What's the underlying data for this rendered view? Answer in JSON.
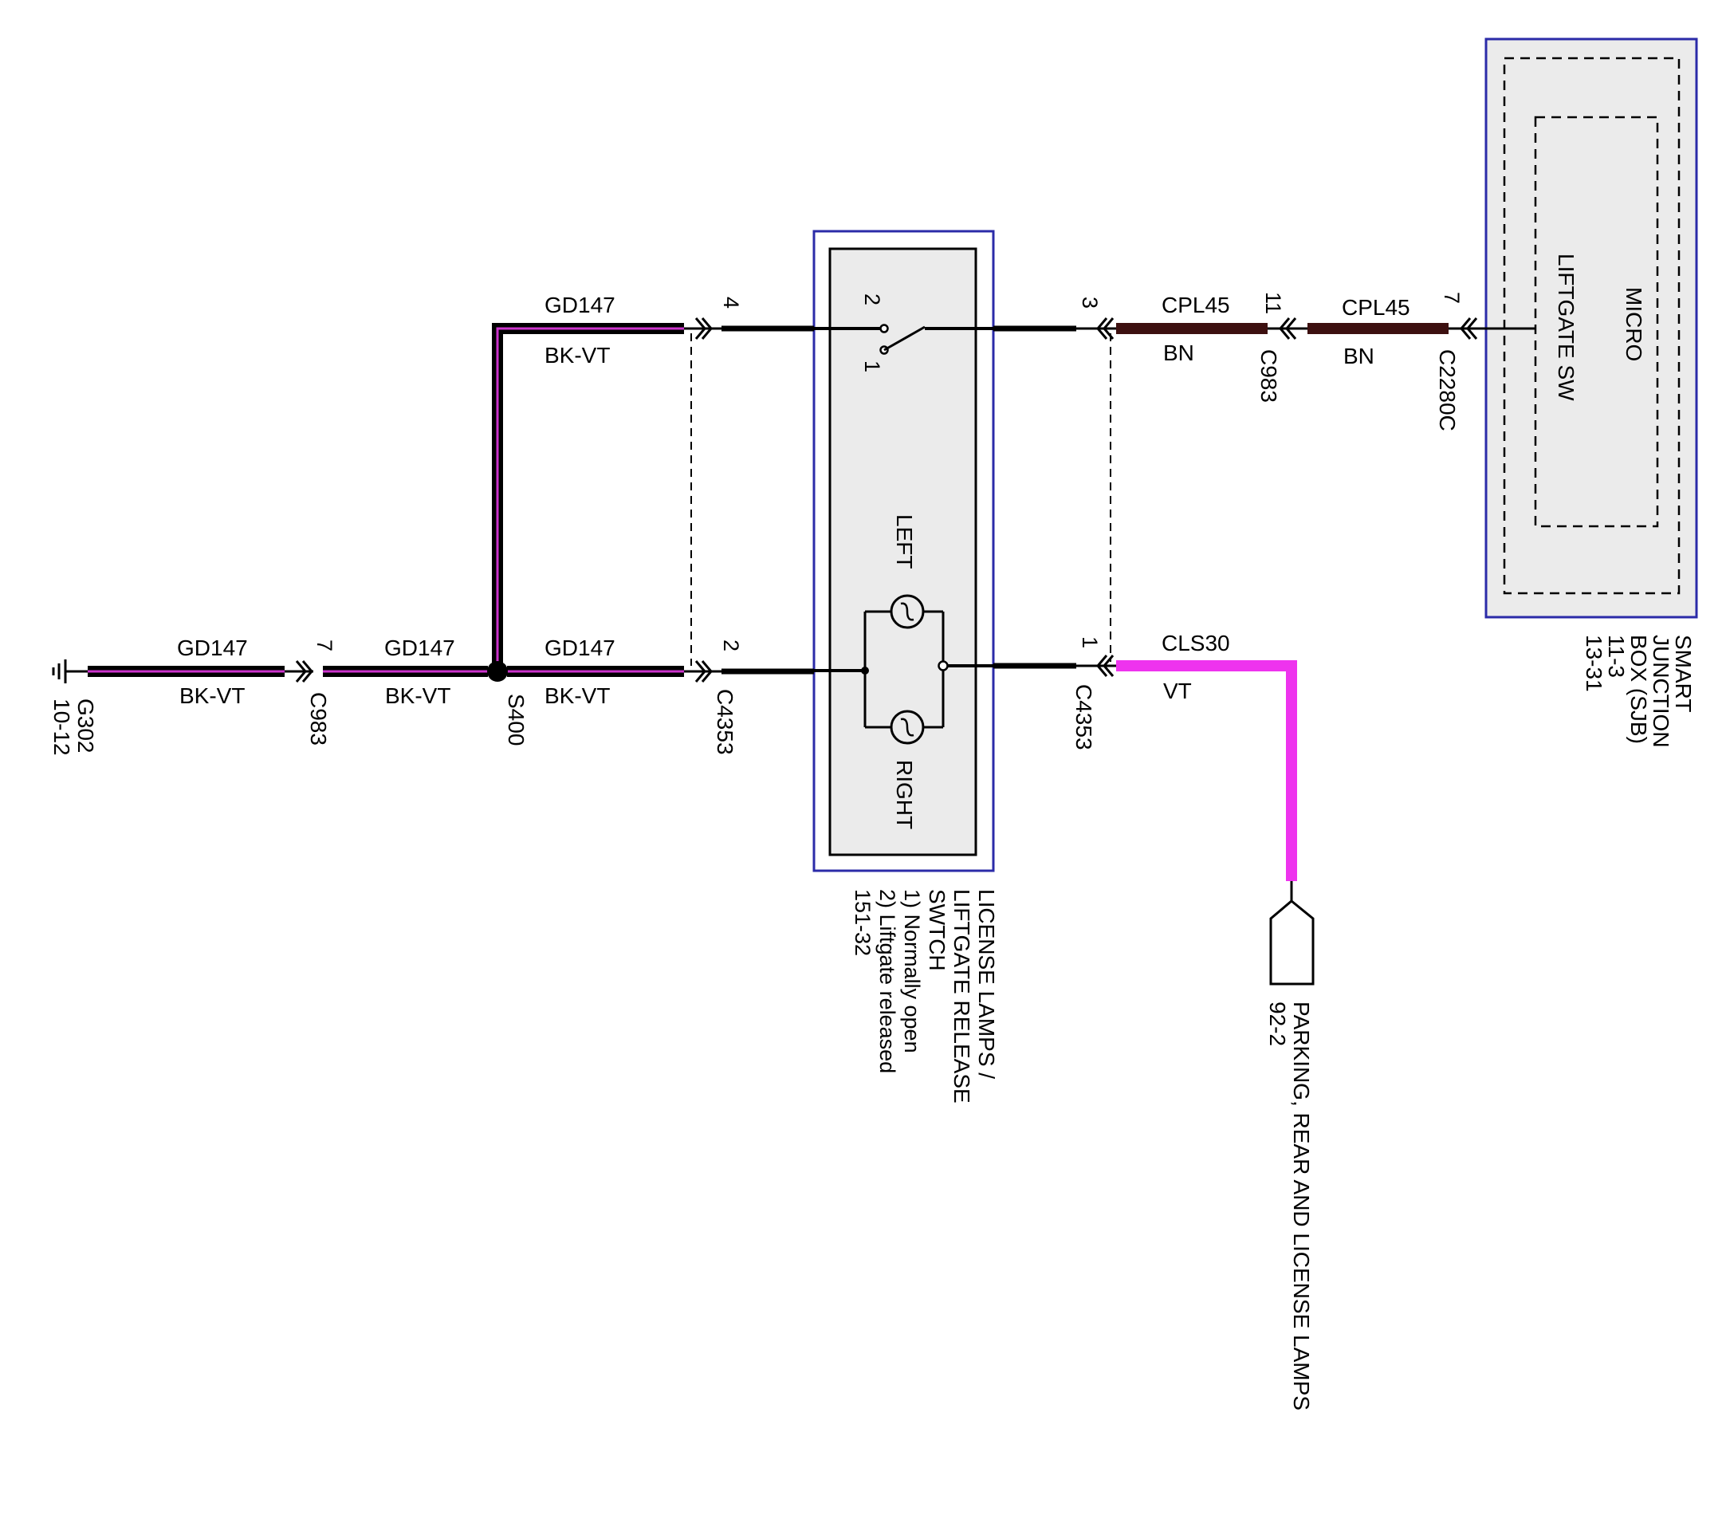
{
  "colors": {
    "wire_black": "#000000",
    "wire_violet": "#cc33cc",
    "wire_brown": "#3d1010",
    "wire_vt": "#ee33ee",
    "module_border": "#2b2ba8",
    "module_fill": "#ebebeb"
  },
  "icons": {
    "ground": "ground-icon",
    "splice": "splice-dot-icon",
    "connector": "connector-chevron-icon",
    "switch": "switch-icon",
    "lamp": "lamp-icon",
    "offpage": "offpage-arrow-icon"
  },
  "ground": {
    "name": "G302",
    "ref": "10-12"
  },
  "splice": {
    "name": "S400"
  },
  "wires": {
    "gd147": "GD147",
    "bkvt": "BK-VT",
    "cpl45": "CPL45",
    "bn": "BN",
    "cls30": "CLS30",
    "vt": "VT"
  },
  "connectors": {
    "c983_ground": {
      "name": "C983",
      "pin": "7"
    },
    "c4353_left_top": {
      "pin": "4"
    },
    "c4353_left_bottom": {
      "name": "C4353",
      "pin": "2"
    },
    "c4353_right_top": {
      "pin": "3"
    },
    "c4353_right_bottom": {
      "name": "C4353",
      "pin": "1"
    },
    "c983_top": {
      "name": "C983",
      "pin": "11"
    },
    "c2280c": {
      "name": "C2280C",
      "pin": "7"
    }
  },
  "switch_component": {
    "switch_pin_a": "2",
    "switch_pin_b": "1",
    "lamp_left": "LEFT",
    "lamp_right": "RIGHT",
    "caption": [
      "LICENSE LAMPS /",
      "LIFTGATE RELEASE",
      "SWTCH",
      "1) Normally open",
      "2) Liftgate released",
      "151-32"
    ]
  },
  "sjb": {
    "micro": "MICRO",
    "liftgate_sw": "LIFTGATE SW",
    "caption": [
      "SMART",
      "JUNCTION",
      "BOX (SJB)",
      "11-3",
      "13-31"
    ]
  },
  "offpage": {
    "label": "PARKING, REAR AND LICENSE LAMPS",
    "ref": "92-2"
  }
}
